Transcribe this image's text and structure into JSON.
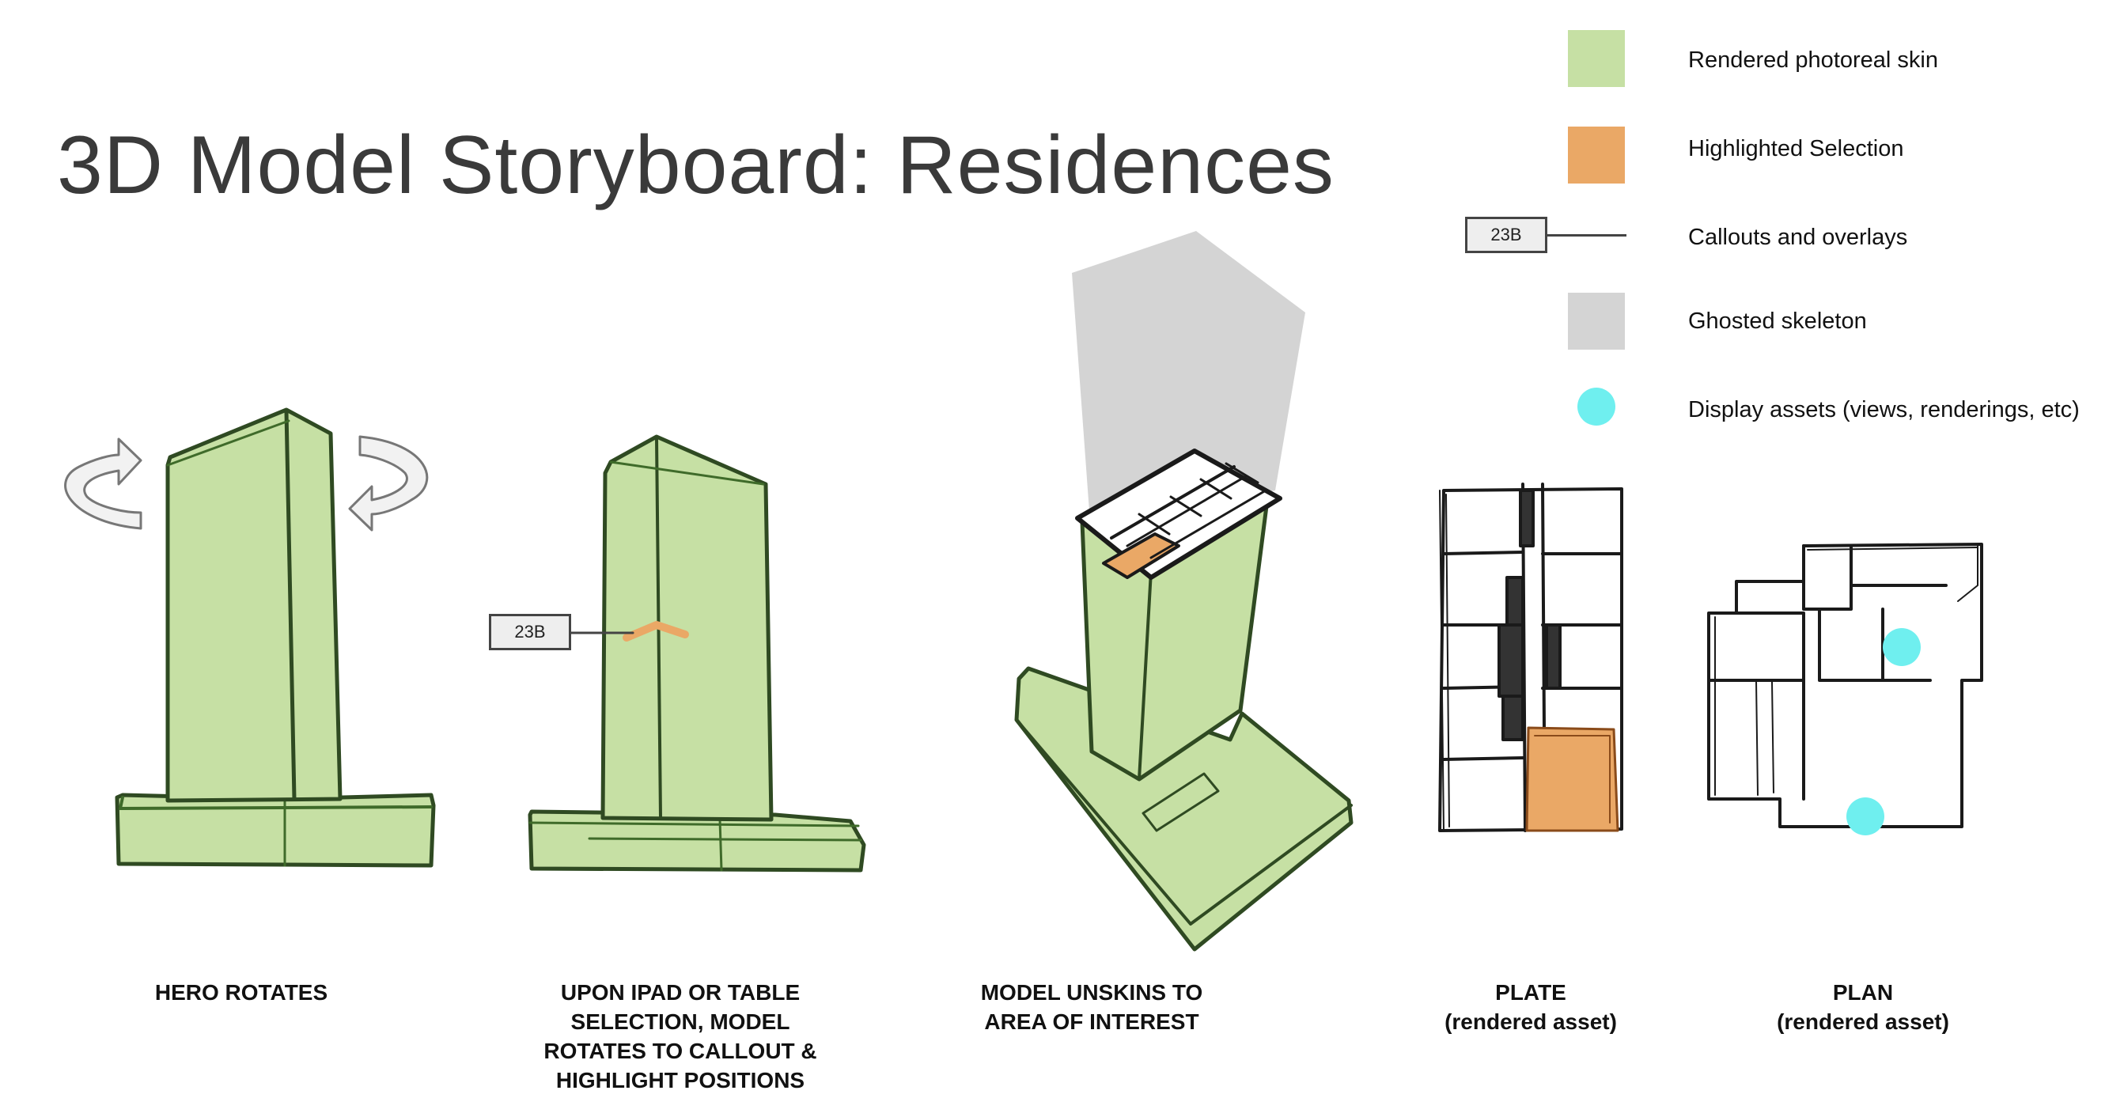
{
  "page": {
    "title": "3D Model Storyboard: Residences"
  },
  "colors": {
    "skin": "#c6e0a4",
    "skin_edge": "#3f6b2a",
    "highlight": "#eaa866",
    "ghost": "#d4d4d4",
    "asset": "#6fefef",
    "ink": "#1a1a1a"
  },
  "legend": {
    "items": [
      {
        "label": "Rendered photoreal skin",
        "swatch": "skin"
      },
      {
        "label": "Highlighted Selection",
        "swatch": "highlight"
      },
      {
        "label": "Callouts and overlays",
        "swatch": "callout",
        "callout_text": "23B"
      },
      {
        "label": "Ghosted skeleton",
        "swatch": "ghost"
      },
      {
        "label": "Display  assets (views, renderings, etc)",
        "swatch": "asset"
      }
    ]
  },
  "panels": [
    {
      "caption_lines": [
        "HERO ROTATES"
      ]
    },
    {
      "caption_lines": [
        "UPON IPAD OR TABLE",
        "SELECTION, MODEL",
        "ROTATES TO CALLOUT &",
        "HIGHLIGHT POSITIONS"
      ],
      "callout_text": "23B"
    },
    {
      "caption_lines": [
        "MODEL UNSKINS TO",
        "AREA OF INTEREST"
      ]
    },
    {
      "caption_lines": [
        "PLATE",
        "(rendered asset)"
      ]
    },
    {
      "caption_lines": [
        "PLAN",
        "(rendered asset)"
      ]
    }
  ]
}
